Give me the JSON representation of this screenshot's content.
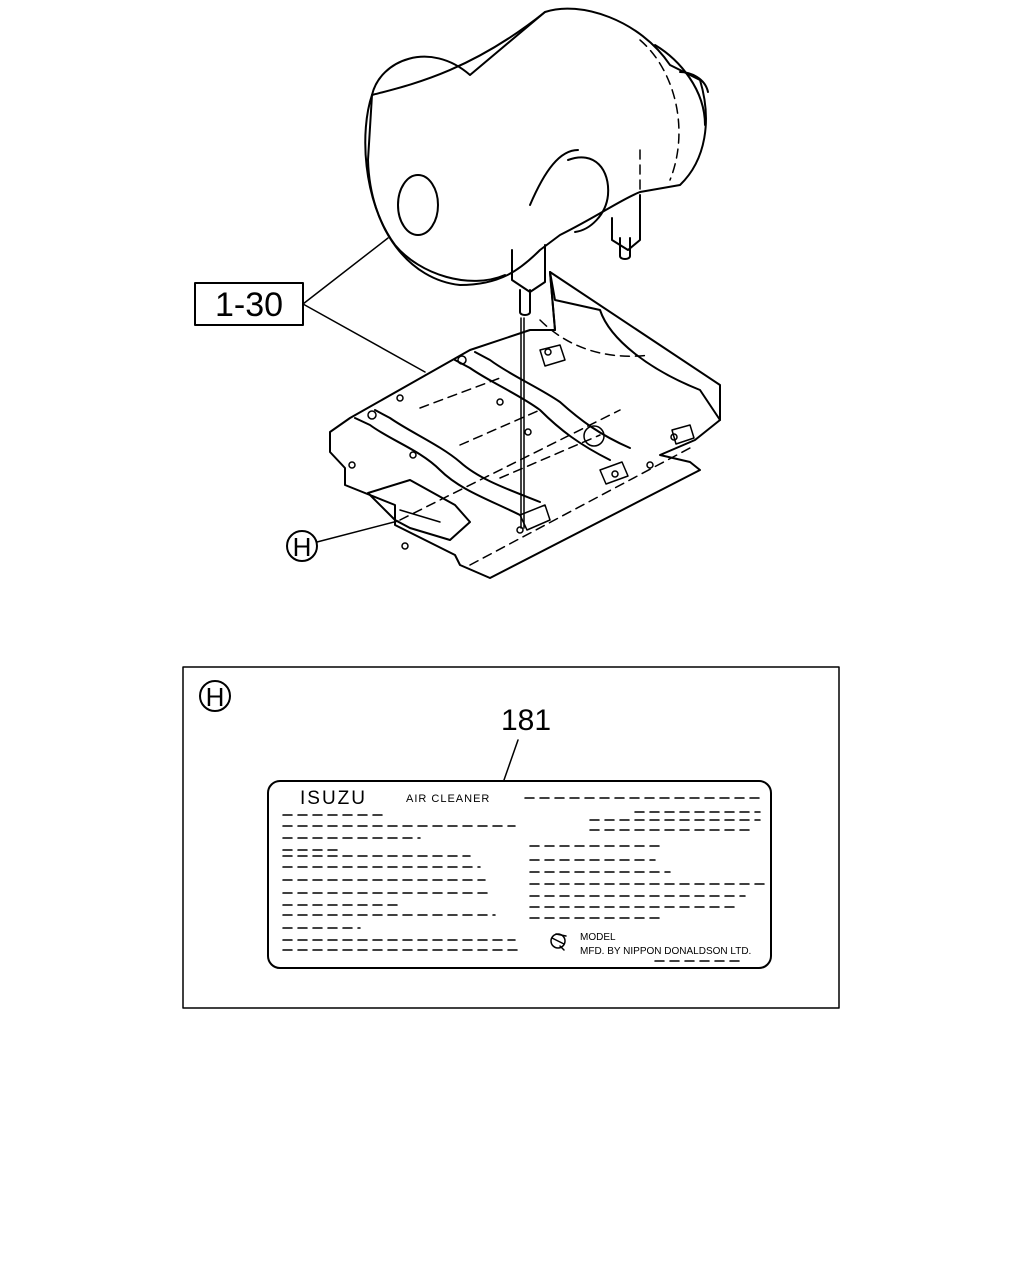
{
  "callouts": {
    "assembly_ref": "1-30",
    "detail_marker": "H",
    "detail_marker_box": "H",
    "part_number": "181"
  },
  "label": {
    "brand": "ISUZU",
    "product": "AIR CLEANER",
    "model_line": "MODEL",
    "maker_line": "MFD. BY NIPPON DONALDSON LTD."
  }
}
